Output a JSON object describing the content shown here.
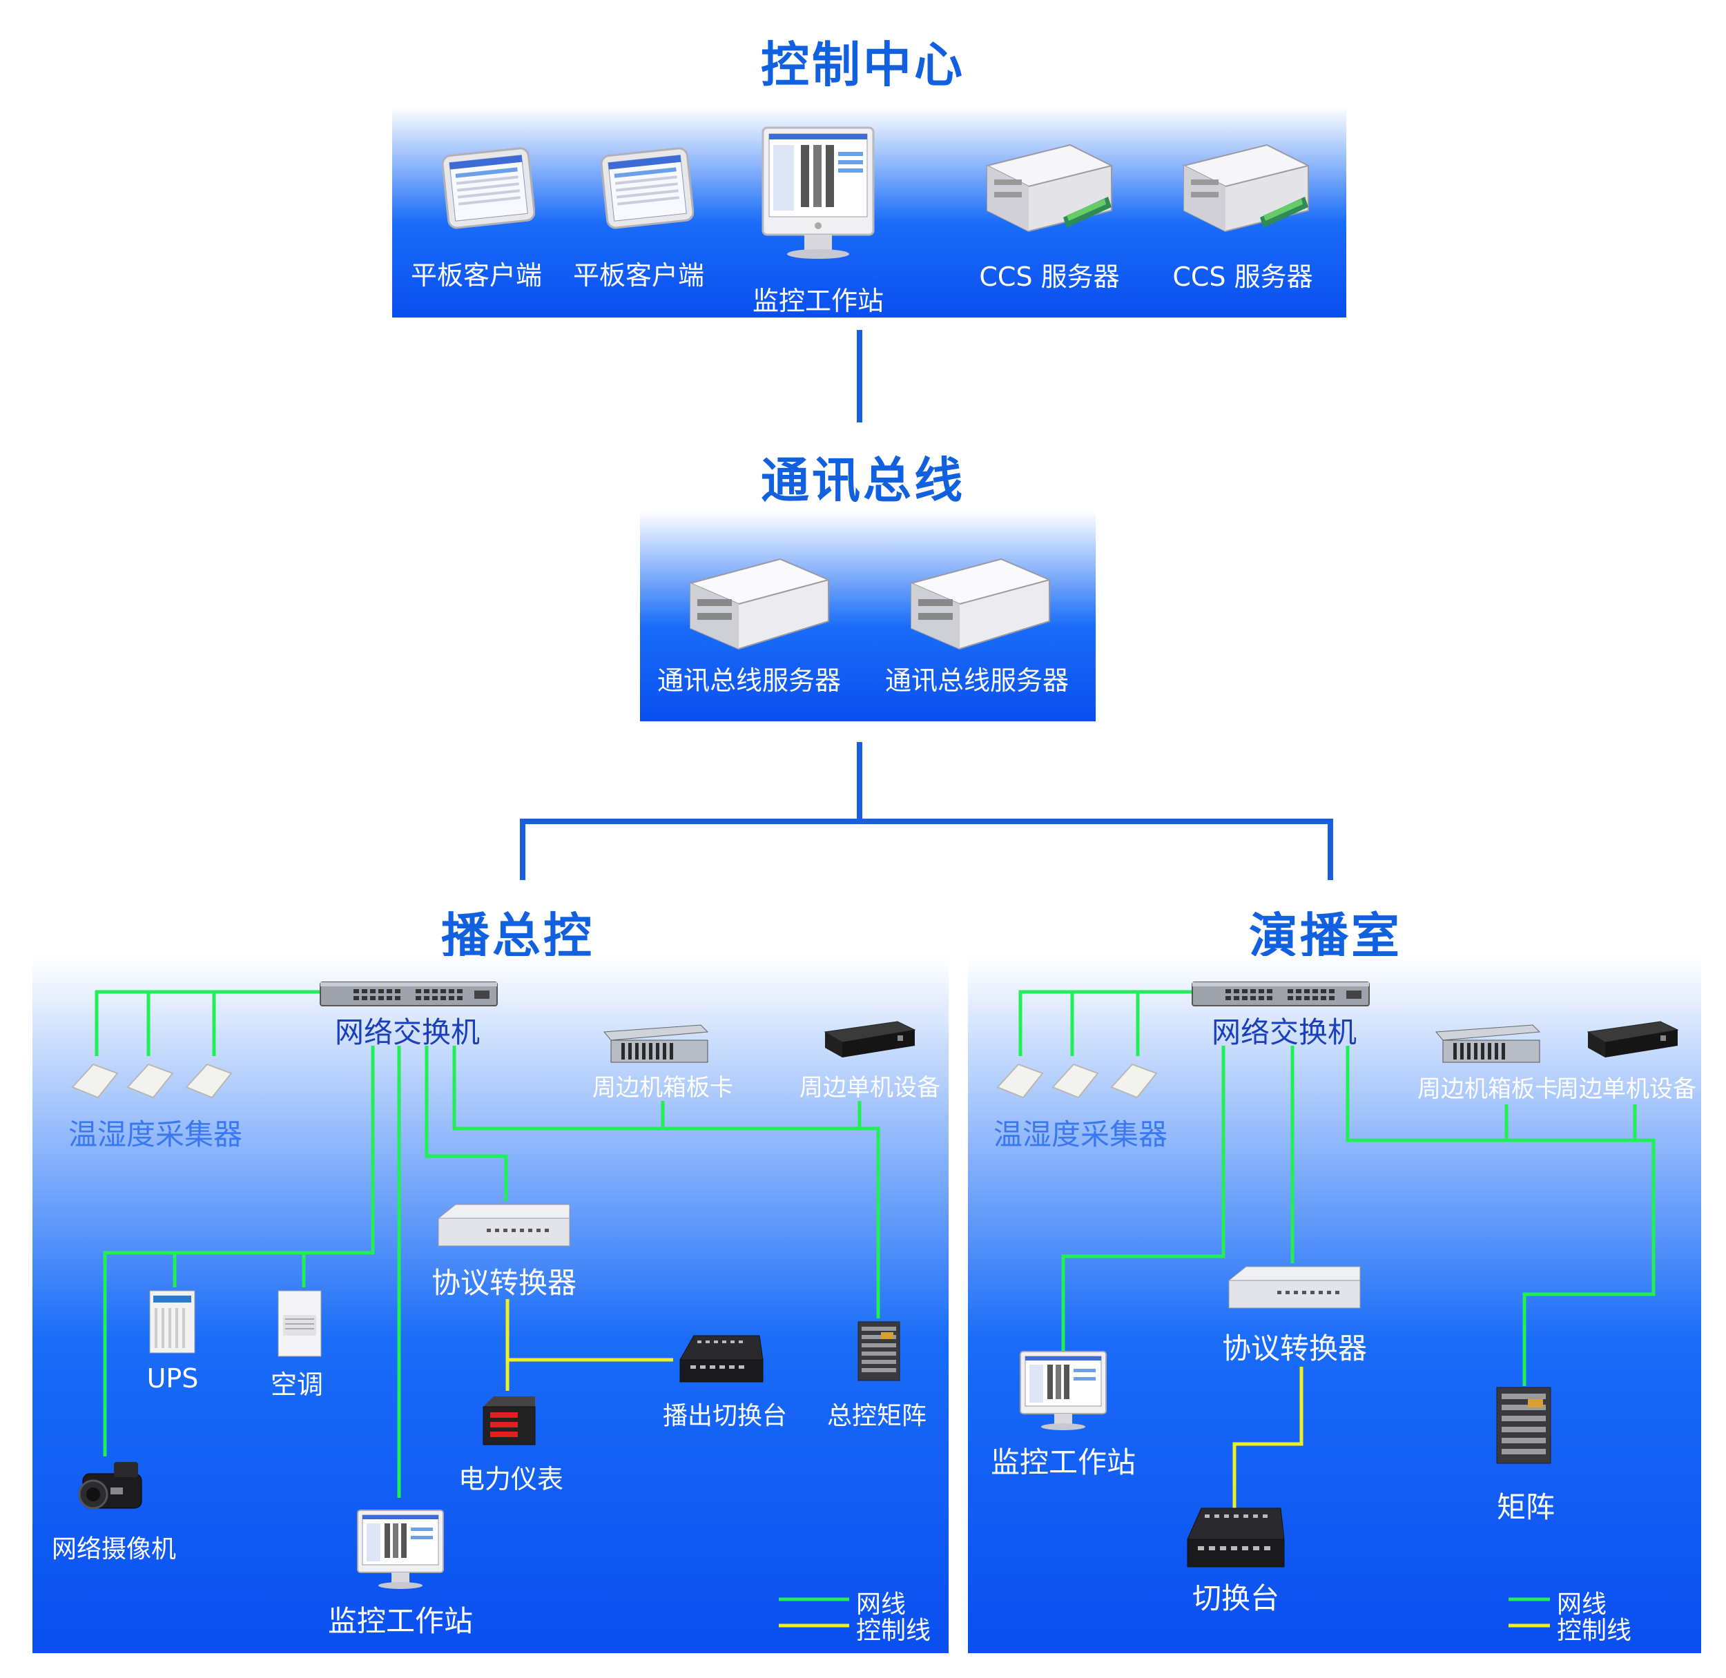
{
  "titles": {
    "control_center": "控制中心",
    "comm_bus": "通讯总线",
    "broadcast_control": "播总控",
    "studio": "演播室"
  },
  "control_center": {
    "devices": [
      "平板客户端",
      "平板客户端",
      "监控工作站",
      "CCS 服务器",
      "CCS 服务器"
    ]
  },
  "comm_bus": {
    "devices": [
      "通讯总线服务器",
      "通讯总线服务器"
    ]
  },
  "broadcast_control": {
    "switch": "网络交换机",
    "sensors": "温湿度采集器",
    "chassis_card": "周边机箱板卡",
    "standalone": "周边单机设备",
    "protocol_converter": "协议转换器",
    "ups": "UPS",
    "ac": "空调",
    "playout_switcher": "播出切换台",
    "master_matrix": "总控矩阵",
    "power_meter": "电力仪表",
    "network_camera": "网络摄像机",
    "workstation": "监控工作站"
  },
  "studio": {
    "switch": "网络交换机",
    "sensors": "温湿度采集器",
    "chassis_card": "周边机箱板卡",
    "standalone": "周边单机设备",
    "protocol_converter": "协议转换器",
    "workstation": "监控工作站",
    "switcher": "切换台",
    "matrix": "矩阵"
  },
  "legend": {
    "network_line": "网线",
    "control_line": "控制线"
  },
  "colors": {
    "title_blue": "#1060e0",
    "bus_line": "#1a5fe0",
    "network_line": "#22ee55",
    "control_line": "#f0f020"
  }
}
